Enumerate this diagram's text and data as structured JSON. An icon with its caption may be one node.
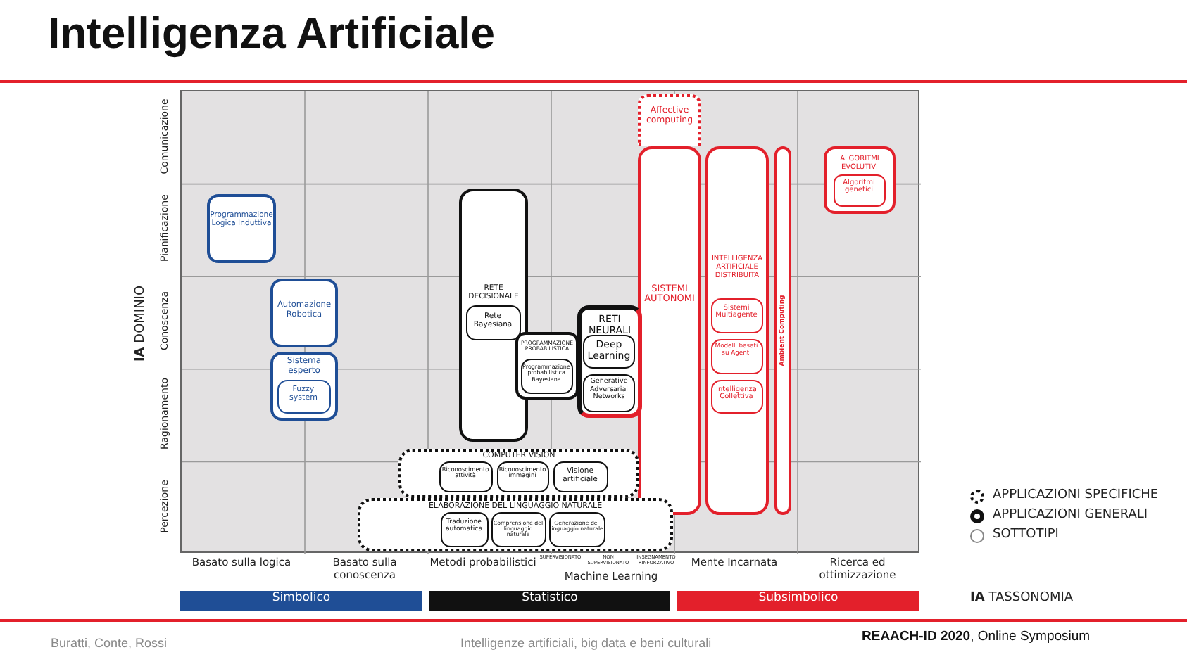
{
  "diagram": {
    "title": "Intelligenza Artificiale",
    "nodes": [
      {
        "text": [
          "Affective computing"
        ]
      },
      {
        "text": [
          "ALGORITMI EVOLUTIVI"
        ]
      },
      {
        "text": [
          "Algoritmi genetici"
        ],
        "in": 1
      },
      {
        "text": [
          "Programmazione Logica Induttiva"
        ]
      },
      {
        "text": [
          "RETE DECISIONALE"
        ]
      },
      {
        "text": [
          "Rete Bayesiana"
        ],
        "in": 4
      },
      {
        "text": [
          "Automazione Robotica"
        ]
      },
      {
        "text": [
          "SISTEMI AUTONOMI"
        ]
      },
      {
        "text": [
          "INTELLIGENZA ARTIFICIALE DISTRIBUITA"
        ]
      },
      {
        "text": [
          "Sistemi Multiagente"
        ],
        "in": 8
      },
      {
        "text": [
          "Modelli basati su Agenti"
        ],
        "in": 8
      },
      {
        "text": [
          "Intelligenza Collettiva"
        ],
        "in": 8
      },
      {
        "text": [
          "Ambient Computing"
        ]
      },
      {
        "text": [
          "RETI NEURALI"
        ]
      },
      {
        "text": [
          "Deep Learning"
        ],
        "in": 13
      },
      {
        "text": [
          "Generative Adversarial Networks"
        ],
        "in": 13
      },
      {
        "text": [
          "PROGRAMMAZIONE PROBABILISTICA"
        ]
      },
      {
        "text": [
          "Programmazione probabilistica Bayesiana"
        ],
        "in": 16
      },
      {
        "text": [
          "Sistema esperto"
        ]
      },
      {
        "text": [
          "Fuzzy system"
        ],
        "in": 18
      },
      {
        "text": [
          "COMPUTER VISION"
        ]
      },
      {
        "text": [
          "Riconoscimento attività"
        ],
        "in": 20
      },
      {
        "text": [
          "Riconoscimento immagini"
        ],
        "in": 20
      },
      {
        "text": [
          "Visione artificiale"
        ],
        "in": 20
      },
      {
        "text": [
          "ELABORAZIONE DEL LINGUAGGIO NATURALE"
        ]
      },
      {
        "text": [
          "Traduzione automatica"
        ],
        "in": 24
      },
      {
        "text": [
          "Comprensione del linguaggio naturale"
        ],
        "in": 24
      },
      {
        "text": [
          "Generazione del linguaggio naturale"
        ],
        "in": 24
      },
      {
        "text": [
          "Simbolico"
        ]
      },
      {
        "text": [
          "Statistico"
        ]
      },
      {
        "text": [
          "Subsimbolico"
        ]
      }
    ],
    "edges": [],
    "labels": [
      "**IA** DOMINIO",
      "Comunicazione",
      "Pianificazione",
      "Conoscenza",
      "Ragionamento",
      "Percezione",
      "Basato sulla logica",
      "Basato sulla conoscenza",
      "Metodi probabilistici",
      "SUPERVISIONATO",
      "NON SUPERVISIONATO",
      "INSEGNAMENTO RINFORZATIVO",
      "Machine Learning",
      "Mente Incarnata",
      "Ricerca ed ottimizzazione",
      "**IA** TASSONOMIA",
      "Buratti, Conte, Rossi",
      "Intelligenze artificiali, big data e beni culturali",
      "**REAACH-ID 2020**, Online Symposium"
    ],
    "legend": [
      {
        "text": "APPLICAZIONI SPECIFICHE"
      },
      {
        "text": "APPLICAZIONI GENERALI"
      },
      {
        "text": "SOTTOTIPI"
      }
    ]
  }
}
